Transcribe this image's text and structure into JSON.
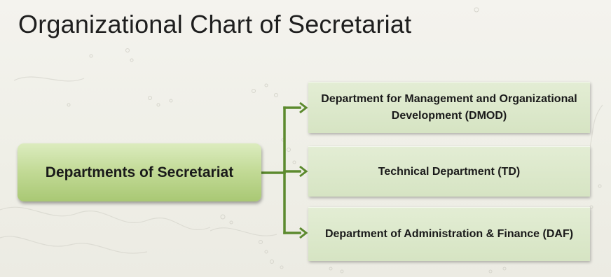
{
  "title": "Organizational Chart of Secretariat",
  "root": {
    "label": "Departments of Secretariat"
  },
  "departments": [
    {
      "label": "Department for Management and Organizational Development (DMOD)"
    },
    {
      "label": "Technical Department (TD)"
    },
    {
      "label": "Department of Administration & Finance (DAF)"
    }
  ],
  "colors": {
    "root_fill": "#c2da96",
    "dept_fill": "#dce8cb",
    "connector": "#5c8a2e",
    "title_text": "#1e1e1e"
  },
  "icons": [
    "arrow-right-icon"
  ]
}
